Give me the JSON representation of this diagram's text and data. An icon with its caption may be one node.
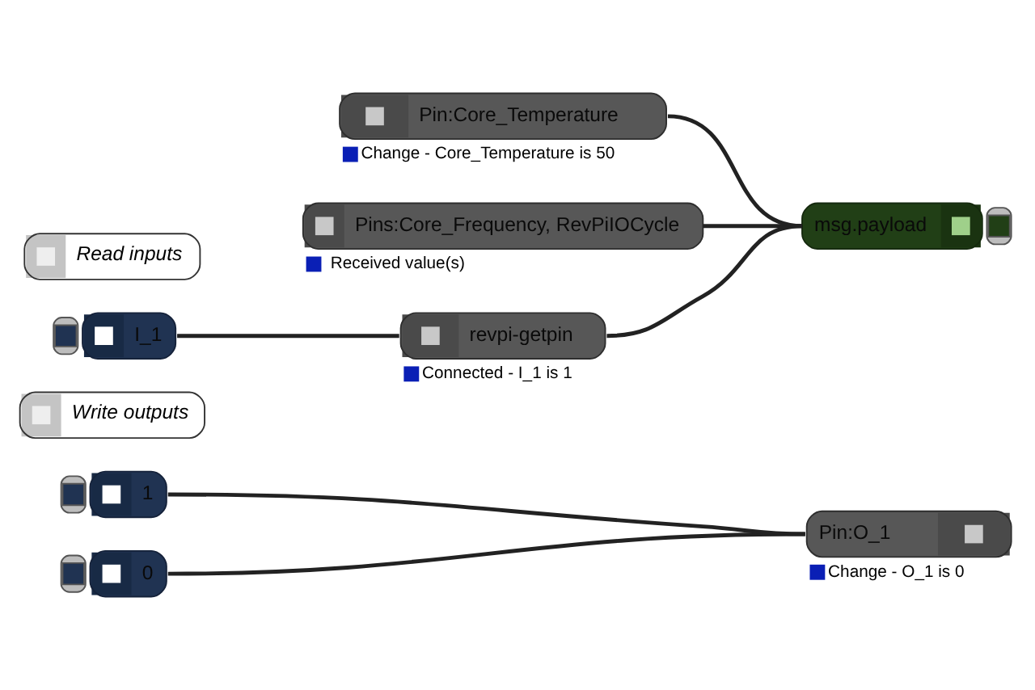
{
  "diagram": {
    "nodes": [
      {
        "text": [
          "Read inputs"
        ]
      },
      {
        "text": [
          "Pin:Core_Temperature"
        ],
        "beside": [
          "Change - Core_Temperature is 50"
        ]
      },
      {
        "text": [
          "Pins:Core_Frequency, RevPiIOCycle"
        ],
        "beside": [
          "Received value(s)"
        ]
      },
      {
        "text": [
          "msg.payload"
        ]
      },
      {
        "text": [
          "I_1"
        ]
      },
      {
        "text": [
          "revpi-getpin"
        ],
        "beside": [
          "Connected - I_1 is 1"
        ]
      },
      {
        "text": [
          "Write outputs"
        ]
      },
      {
        "text": [
          "1"
        ]
      },
      {
        "text": [
          "Pin:O_1"
        ],
        "beside": [
          "Change - O_1 is 0"
        ]
      },
      {
        "text": [
          "0"
        ]
      }
    ],
    "edges": [
      {
        "from": 1,
        "to": 3,
        "arrow": "none"
      },
      {
        "from": 2,
        "to": 3,
        "arrow": "none"
      },
      {
        "from": 4,
        "to": 5,
        "arrow": "none"
      },
      {
        "from": 5,
        "to": 3,
        "arrow": "none"
      },
      {
        "from": 7,
        "to": 8,
        "arrow": "none"
      },
      {
        "from": 9,
        "to": 8,
        "arrow": "none"
      }
    ]
  }
}
